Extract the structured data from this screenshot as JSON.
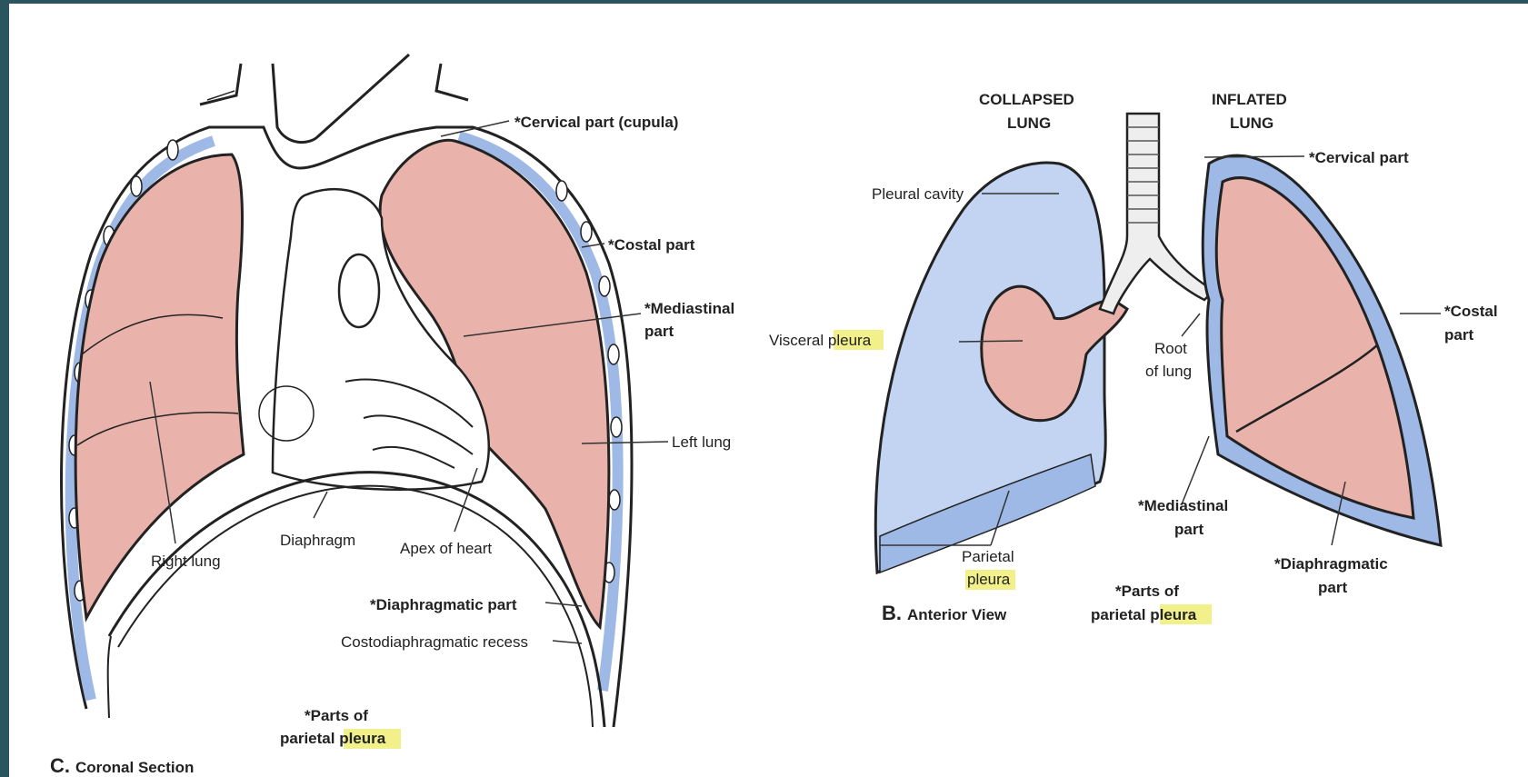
{
  "coronal": {
    "cervical_star": "*Cervical",
    "cervical_rest": " part (cupula)",
    "costal": "*Costal part",
    "mediastinal_1": "*Mediastinal",
    "mediastinal_2": "part",
    "left_lung_1": "Left",
    "left_lung_2": " lung",
    "right_lung": "Right lung",
    "diaphragm": "Diaphragm",
    "apex": "Apex of heart",
    "diaphragmatic": "*Diaphragmatic part",
    "recess": "Costodiaphragmatic recess",
    "parts_1": "*Parts of",
    "parts_2a": "parietal ",
    "parts_2b": "pleura",
    "caption_letter": "C.",
    "caption_text": "Coronal Section"
  },
  "anterior": {
    "collapsed_1": "COLLAPSED",
    "collapsed_2": "LUNG",
    "inflated_1": "INFLATED",
    "inflated_2": "LUNG",
    "pleural_cavity": "Pleural cavity",
    "visceral_a": "Visceral ",
    "visceral_b": "pleura",
    "root_1": "Root",
    "root_2": "of lung",
    "cervical": "*Cervical part",
    "costal_1": "*Costal",
    "costal_2": "part",
    "mediastinal_1": "*Mediastinal",
    "mediastinal_2": "part",
    "diaphragmatic_1": "*Diaphragmatic",
    "diaphragmatic_2": "part",
    "parietal_1": "Parietal",
    "parietal_2": "pleura",
    "parts_1": "*Parts of",
    "parts_2a": "parietal ",
    "parts_2b": "pleura",
    "caption_letter": "B.",
    "caption_text": "Anterior View"
  },
  "colors": {
    "frame": "#2a5560",
    "lung": "#e9b3ac",
    "pleura_blue": "#9fb9e6",
    "cavity_blue": "#c3d4f2",
    "highlight": "#f1f08a"
  }
}
